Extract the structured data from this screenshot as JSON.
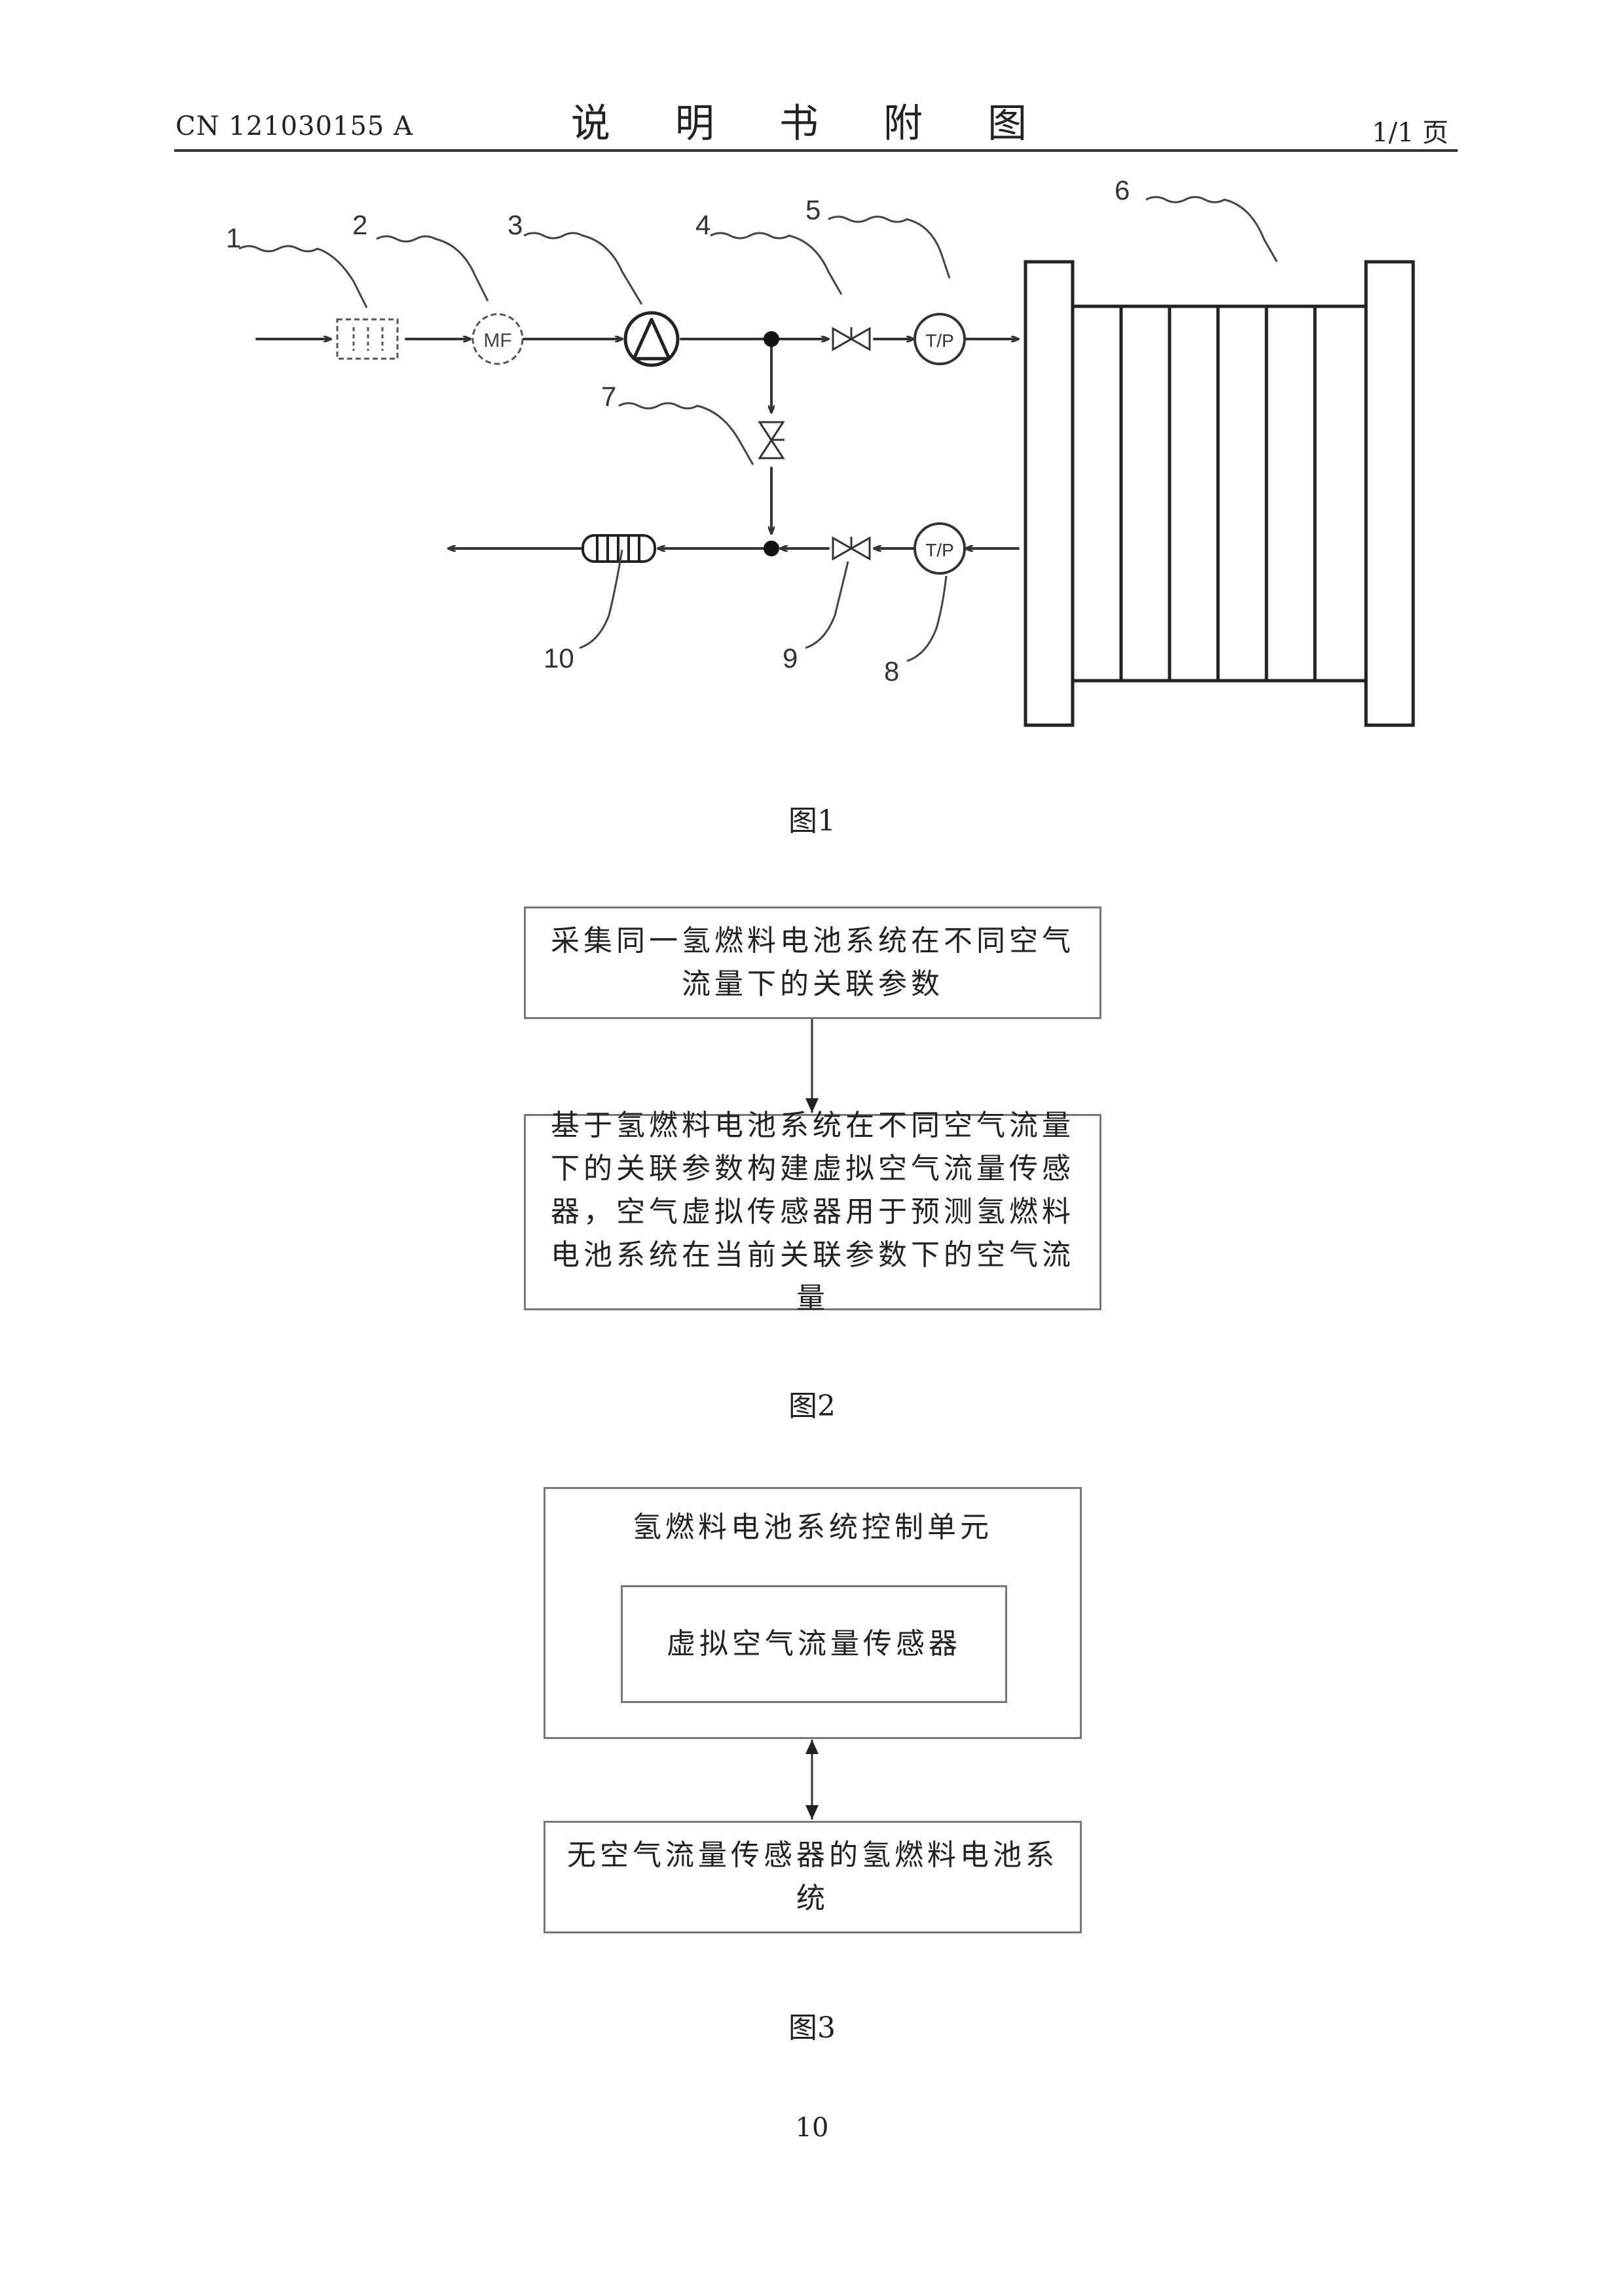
{
  "header": {
    "doc_number": "CN 121030155 A",
    "title": "说 明 书 附 图",
    "page": "1/1 页"
  },
  "figure1": {
    "caption": "图1",
    "labels": [
      "1",
      "2",
      "3",
      "4",
      "5",
      "6",
      "7",
      "8",
      "9",
      "10"
    ],
    "symbols": {
      "mass_flow": "MF",
      "temp_pressure": "T/P"
    }
  },
  "figure2": {
    "caption": "图2",
    "step1": "采集同一氢燃料电池系统在不同空气流量下的关联参数",
    "step2": "基于氢燃料电池系统在不同空气流量下的关联参数构建虚拟空气流量传感器，空气虚拟传感器用于预测氢燃料电池系统在当前关联参数下的空气流量"
  },
  "figure3": {
    "caption": "图3",
    "control_unit": "氢燃料电池系统控制单元",
    "virtual_sensor": "虚拟空气流量传感器",
    "system": "无空气流量传感器的氢燃料电池系统"
  },
  "footer": {
    "page_number": "10"
  }
}
